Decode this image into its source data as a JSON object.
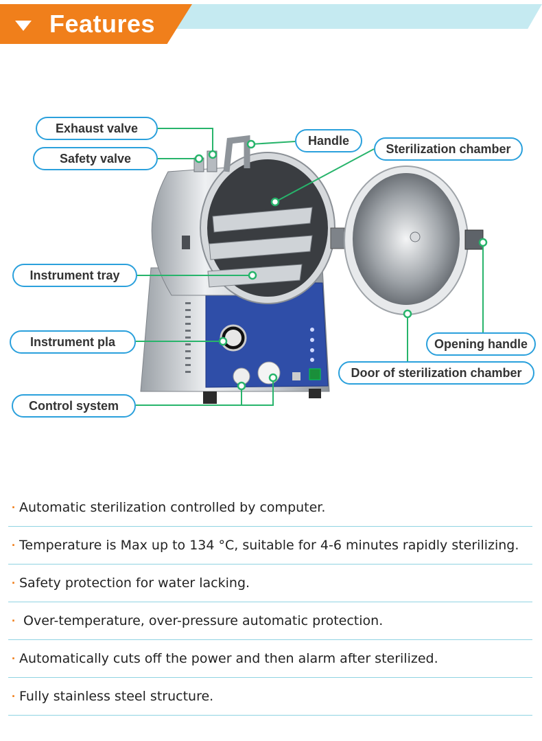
{
  "header": {
    "title": "Features"
  },
  "callouts": {
    "exhaust_valve": "Exhaust valve",
    "safety_valve": "Safety valve",
    "handle": "Handle",
    "sterilization_chamber": "Sterilization chamber",
    "instrument_tray": "Instrument tray",
    "instrument_pla": "Instrument pla",
    "opening_handle": "Opening handle",
    "control_system": "Control system",
    "door": "Door of sterilization chamber"
  },
  "features": [
    "Automatic sterilization controlled by computer.",
    "Temperature is Max up to 134 °C, suitable for 4-6 minutes rapidly sterilizing.",
    "Safety protection for water lacking.",
    " Over-temperature, over-pressure automatic protection.",
    "Automatically cuts off the power and then alarm after sterilized.",
    "Fully stainless steel structure."
  ],
  "colors": {
    "accent_orange": "#f07f1b",
    "header_light": "#c5eaf1",
    "callout_border": "#2aa0dc",
    "leader": "#27b46b",
    "panel_blue": "#2f4ea8"
  }
}
